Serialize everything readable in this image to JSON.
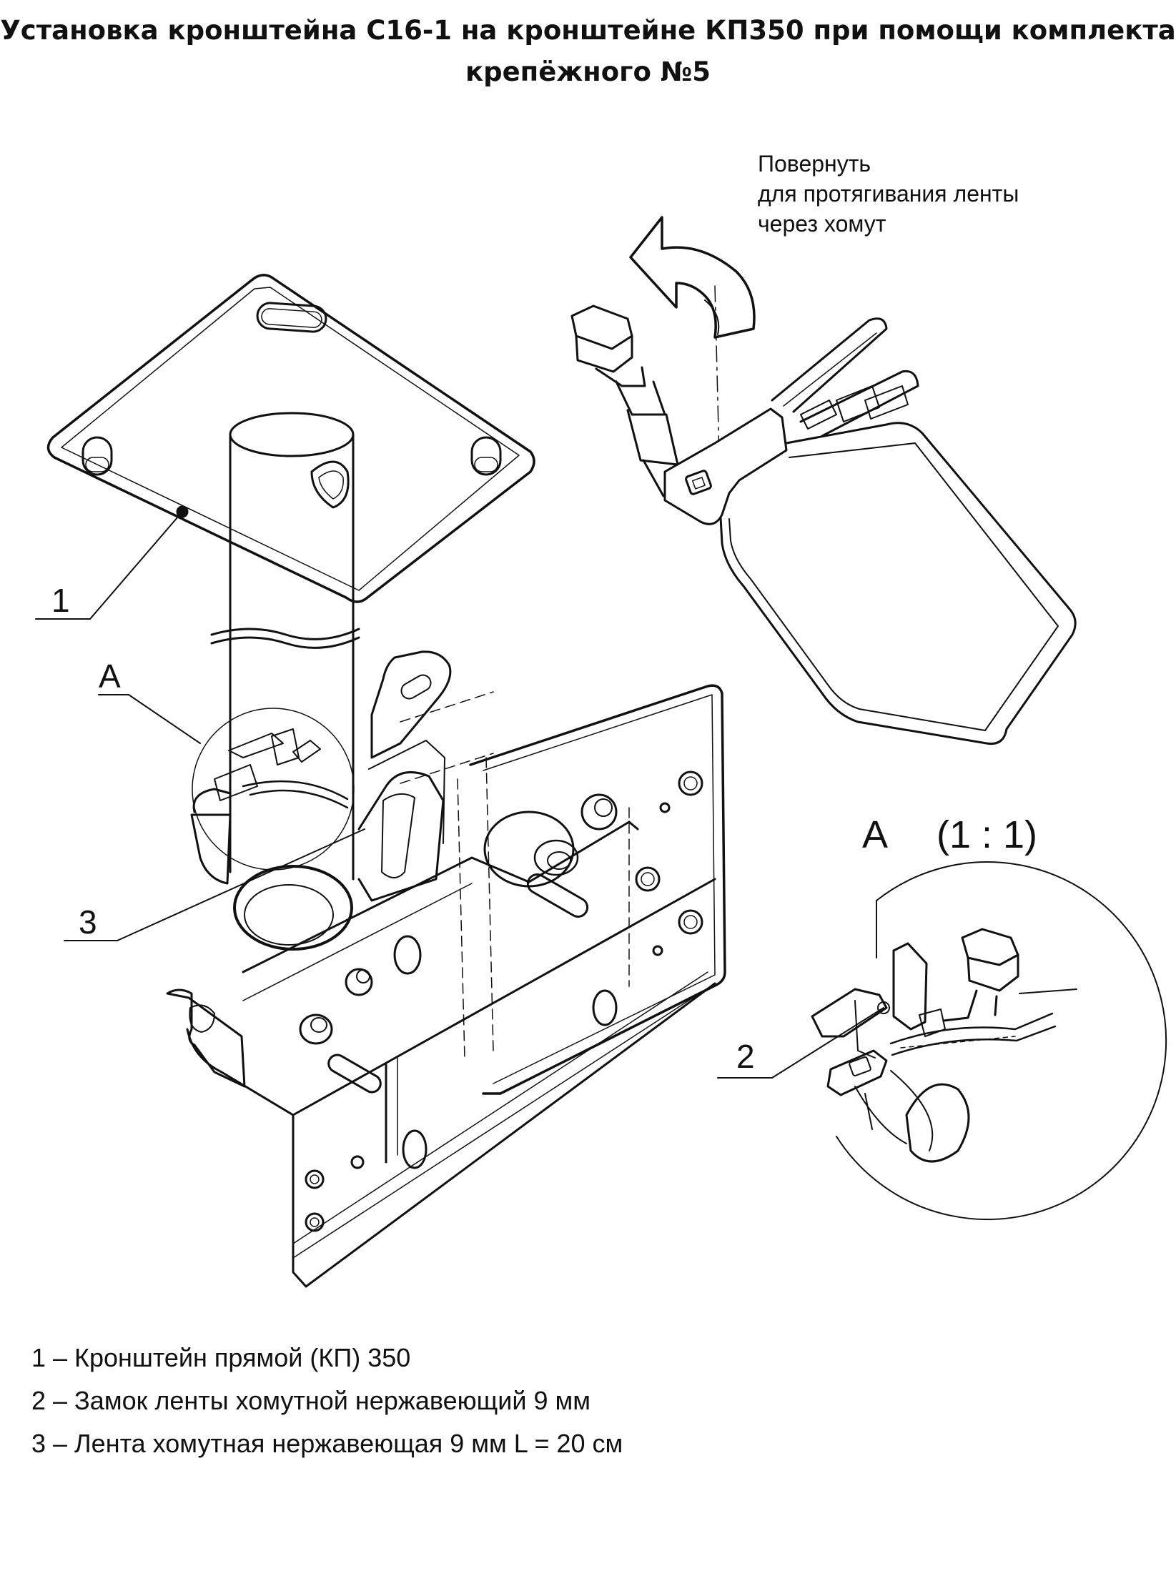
{
  "title": {
    "line1": "Установка кронштейна С16-1 на кронштейне КП350 при помощи комплекта",
    "line2": "крепёжного №5"
  },
  "rotate_note": {
    "line1": "Повернуть",
    "line2": "для протягивания ленты",
    "line3": "через хомут"
  },
  "callouts": {
    "part1": "1",
    "part2": "2",
    "part3": "3",
    "view_a": "A"
  },
  "detail_view": {
    "label": "A",
    "scale": "(1 : 1)"
  },
  "legend": [
    "1 – Кронштейн прямой (КП) 350",
    "2 – Замок ленты хомутной нержавеющий 9 мм",
    "3 – Лента хомутная нержавеющая 9 мм L = 20 см"
  ],
  "colors": {
    "ink": "#111111",
    "background": "#ffffff"
  }
}
